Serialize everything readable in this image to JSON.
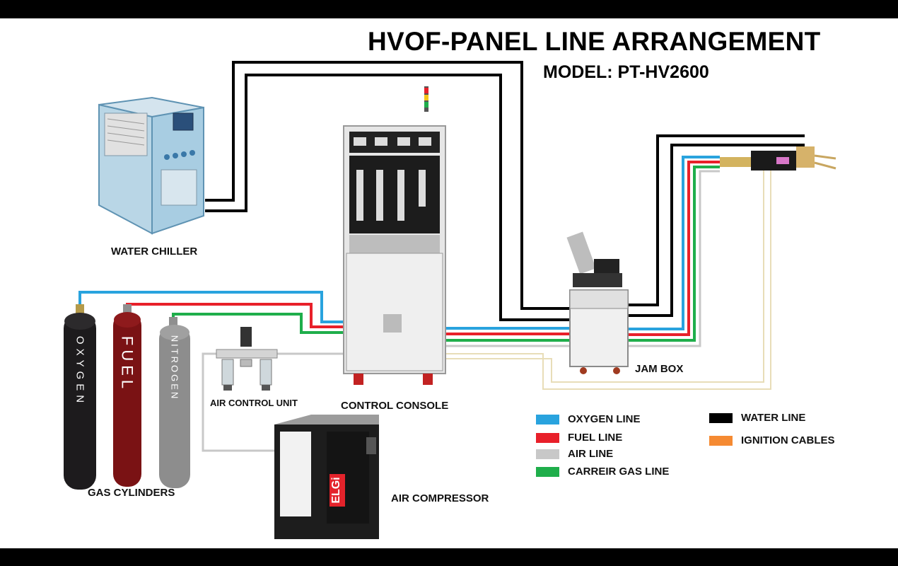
{
  "title": "HVOF-PANEL LINE ARRANGEMENT",
  "subtitle": "MODEL: PT-HV2600",
  "equipment": {
    "water_chiller": "WATER CHILLER",
    "gas_cylinders": "GAS CYLINDERS",
    "air_control_unit": "AIR CONTROL UNIT",
    "control_console": "CONTROL CONSOLE",
    "air_compressor": "AIR COMPRESSOR",
    "jam_box": "JAM BOX"
  },
  "cylinders": {
    "oxygen": "OXYGEN",
    "fuel": "FUEL",
    "nitrogen": "NITROGEN"
  },
  "compressor_brand": "ELGi",
  "legend": [
    {
      "label": "OXYGEN LINE",
      "color": "#29a3de"
    },
    {
      "label": "FUEL LINE",
      "color": "#e8202a"
    },
    {
      "label": "AIR LINE",
      "color": "#c8c8c8"
    },
    {
      "label": "CARREIR GAS LINE",
      "color": "#1fae4b"
    },
    {
      "label": "WATER LINE",
      "color": "#000000"
    },
    {
      "label": "IGNITION CABLES",
      "color": "#f58a32"
    }
  ]
}
